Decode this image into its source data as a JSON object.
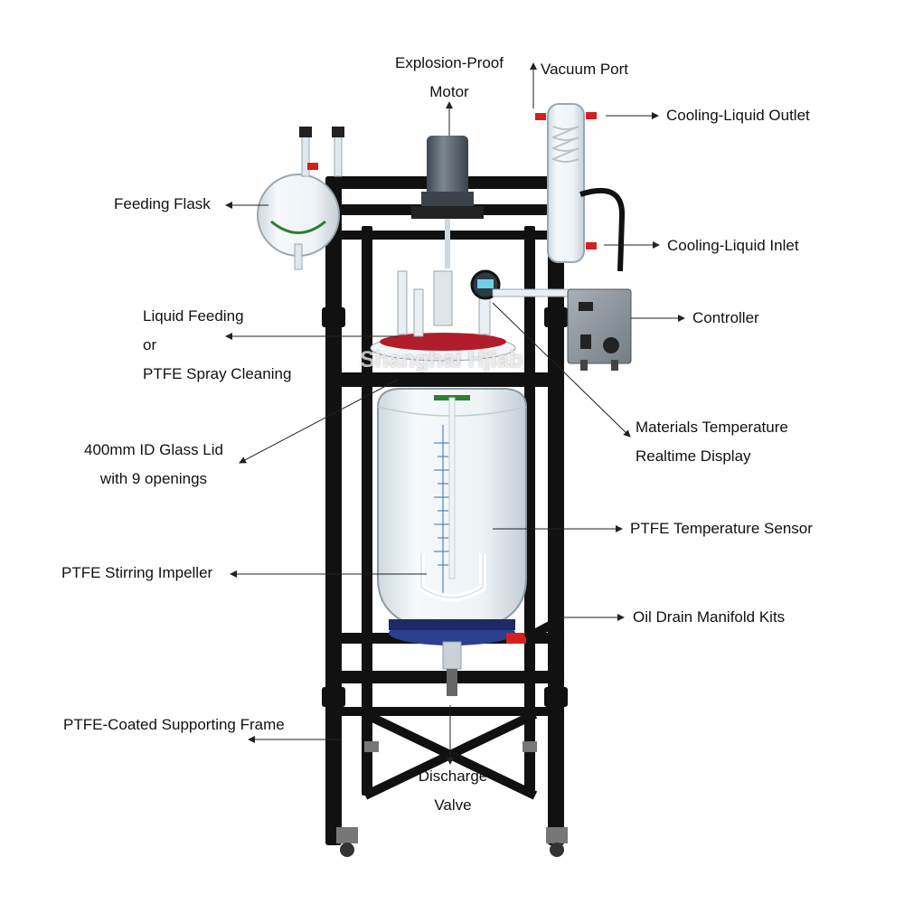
{
  "labels": {
    "motor": [
      "Explosion-Proof",
      "Motor"
    ],
    "vacuum_port": "Vacuum Port",
    "cooling_liquid_outlet": "Cooling-Liquid Outlet",
    "feeding_flask": "Feeding Flask",
    "cooling_liquid_inlet": "Cooling-Liquid Inlet",
    "controller": "Controller",
    "liquid_feeding": [
      "Liquid Feeding",
      "or",
      "PTFE Spray Cleaning"
    ],
    "glass_lid": [
      "400mm ID Glass Lid",
      "with 9 openings"
    ],
    "temperature_display": [
      "Materials Temperature",
      "Realtime Display"
    ],
    "temperature_sensor": "PTFE Temperature Sensor",
    "stirring_impeller": "PTFE Stirring Impeller",
    "oil_drain": "Oil Drain Manifold Kits",
    "supporting_frame": "PTFE-Coated Supporting Frame",
    "discharge_valve": [
      "Discharge",
      "Valve"
    ]
  },
  "watermark": "Shanghai Hjlab",
  "colors": {
    "frame": "#111111",
    "glass": "#dfe8ee",
    "motor": "#5a6570",
    "flange_blue": "#2b3f8f",
    "red_fitting": "#d42020",
    "controller_box": "#8c969c",
    "leader_line": "#222222"
  }
}
